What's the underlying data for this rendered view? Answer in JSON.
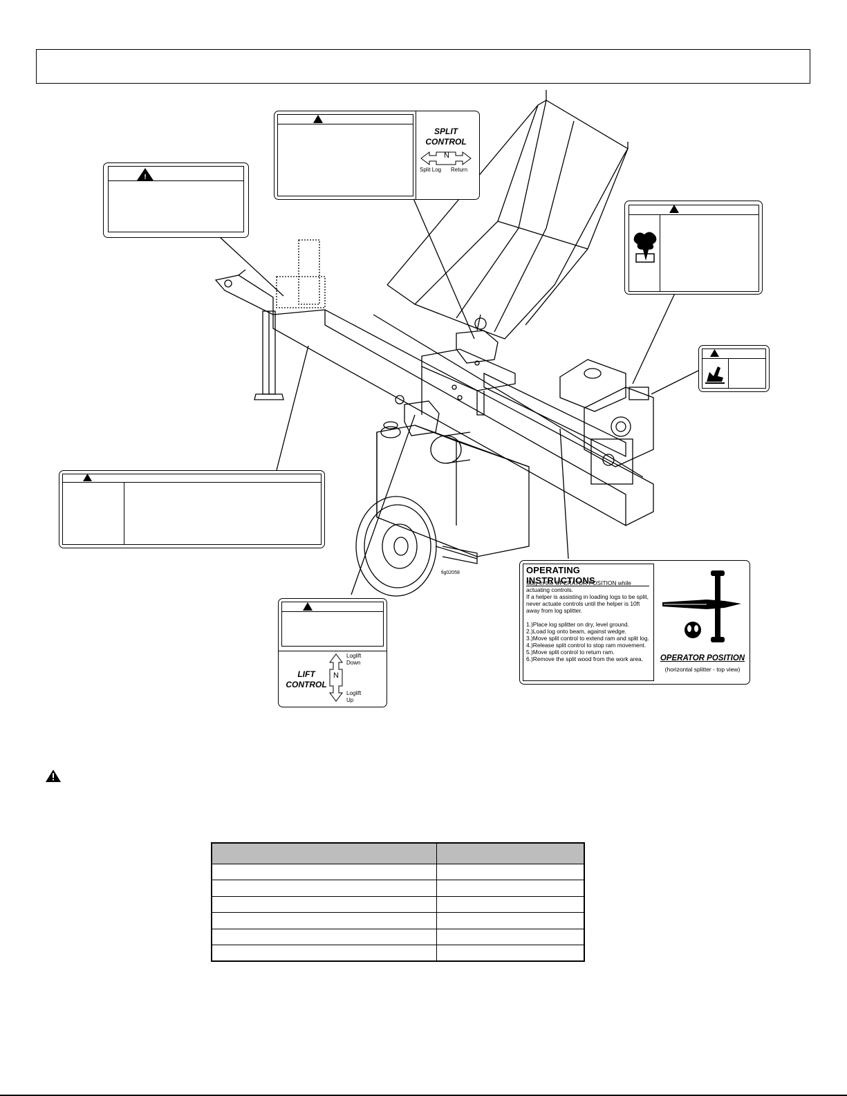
{
  "split_control": {
    "title": "SPLIT",
    "title2": "CONTROL",
    "neutral": "N",
    "left": "Split Log",
    "right": "Return"
  },
  "lift_control": {
    "title": "LIFT",
    "title2": "CONTROL",
    "neutral": "N",
    "down": "Loglift",
    "down2": "Down",
    "up": "Loglift",
    "up2": "Up"
  },
  "operating_instructions": {
    "title": "OPERATING INSTRUCTIONS",
    "intro1": "Stay in the OPERATOR POSITION while actuating controls.",
    "intro2": "If a helper is assisting in loading logs to be split, never actuate controls until the helper is 10ft away from log splitter.",
    "steps": [
      "1.)Place log splitter on dry, level ground.",
      "2.)Load log onto beam, against wedge.",
      "3.)Move split control to extend ram and split log.",
      "4.)Release split control to stop ram movement.",
      "5.)Move split control to return ram.",
      "6.)Remove the split wood from the work area."
    ],
    "position_title": "OPERATOR POSITION",
    "position_caption": "(horizontal splitter - top view)"
  },
  "figure_id": "fig02058",
  "left_label_mark": "!",
  "colors": {
    "ink": "#000000",
    "table_header": "#bdbdbd"
  }
}
